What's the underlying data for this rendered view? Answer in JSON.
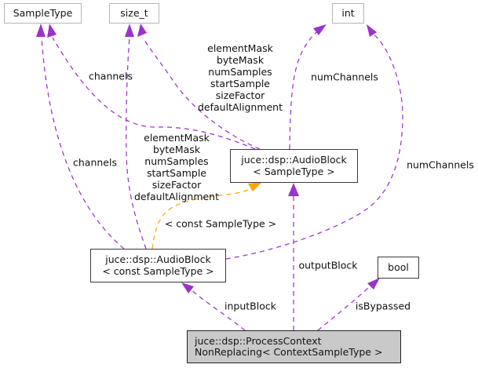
{
  "diagram": {
    "nodes": {
      "sample_type": {
        "label": "SampleType"
      },
      "size_t": {
        "label": "size_t"
      },
      "int": {
        "label": "int"
      },
      "audio_block": {
        "line1": "juce::dsp::AudioBlock",
        "line2": "< SampleType >"
      },
      "audio_block_const": {
        "line1": "juce::dsp::AudioBlock",
        "line2": "< const SampleType >"
      },
      "bool": {
        "label": "bool"
      },
      "process_context": {
        "line1": "juce::dsp::ProcessContext",
        "line2": "NonReplacing< ContextSampleType >"
      }
    },
    "edge_labels": {
      "channels_top": "channels",
      "channels_left": "channels",
      "num_channels_top": "numChannels",
      "num_channels_right": "numChannels",
      "members_top": [
        "elementMask",
        "byteMask",
        "numSamples",
        "startSample",
        "sizeFactor",
        "defaultAlignment"
      ],
      "members_left": [
        "elementMask",
        "byteMask",
        "numSamples",
        "startSample",
        "sizeFactor",
        "defaultAlignment"
      ],
      "template_instantiation": "< const SampleType >",
      "output_block": "outputBlock",
      "input_block": "inputBlock",
      "is_bypassed": "isBypassed"
    },
    "colors": {
      "usage_edge": "#9a32cd",
      "template_edge": "#ffa500",
      "node_border_light": "#b5b5b5",
      "node_border_dark": "#3a3a3a",
      "focus_node_fill": "#c9c9c9",
      "node_fill": "#ffffff",
      "text": "#101010",
      "background": "#ffffff"
    }
  }
}
